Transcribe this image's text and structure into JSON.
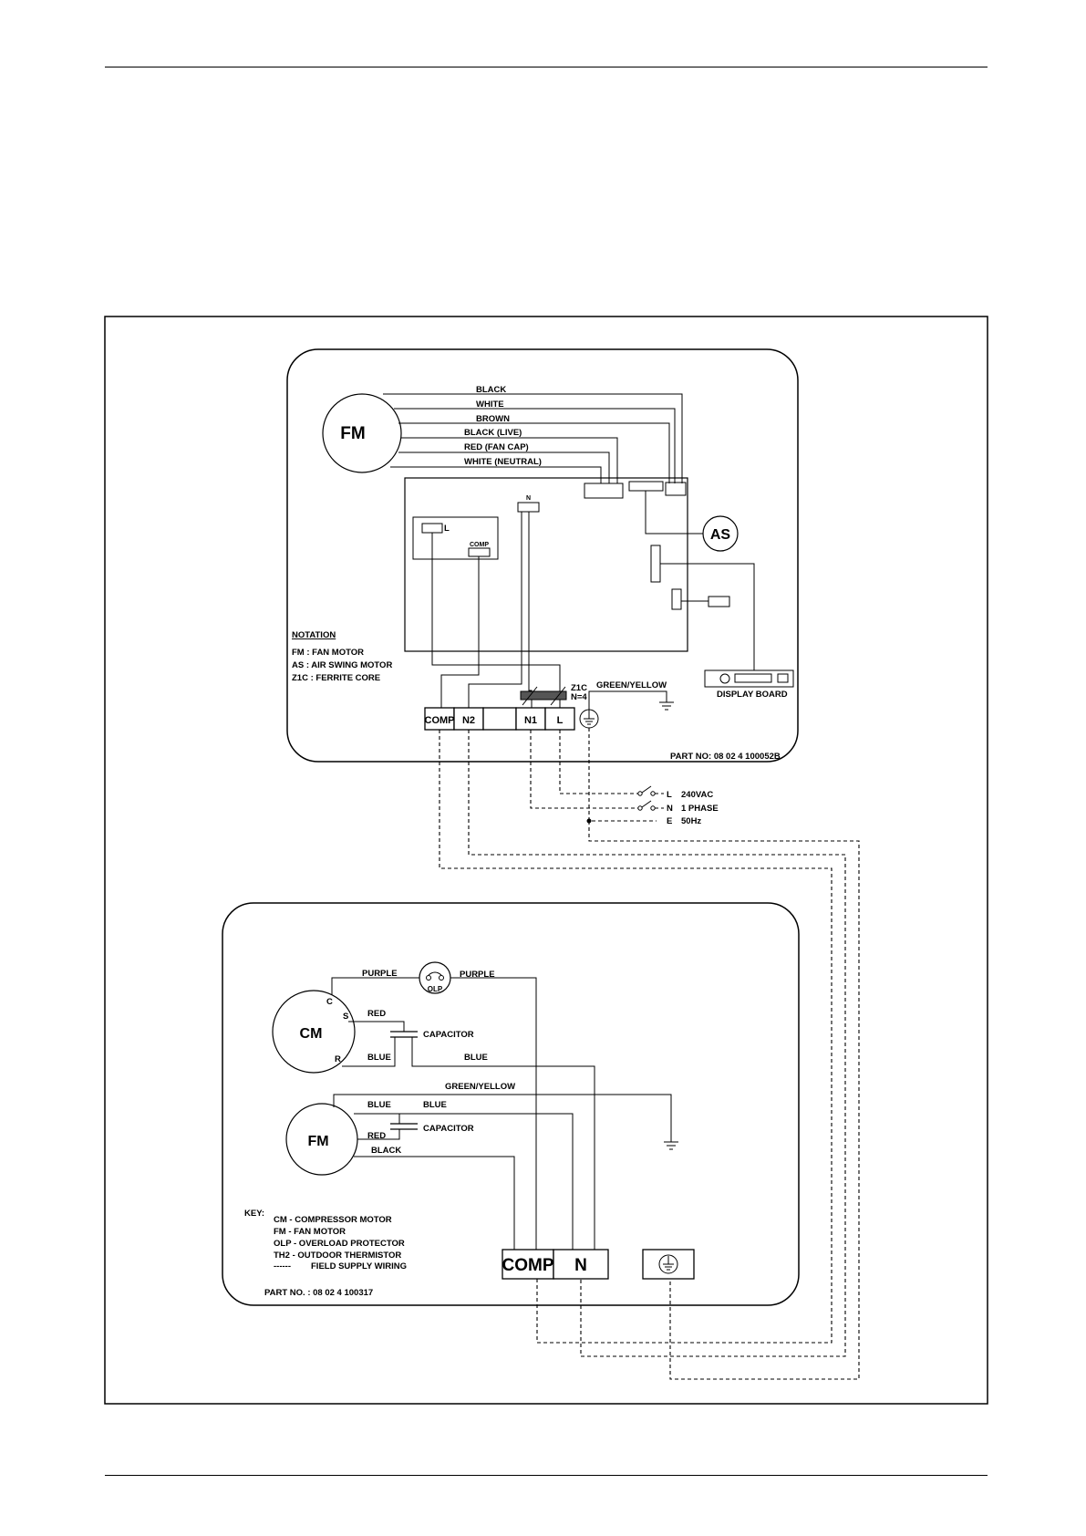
{
  "indoor": {
    "fan_motor": "FM",
    "wires": {
      "black": "BLACK",
      "white": "WHITE",
      "brown": "BROWN",
      "black_live": "BLACK (LIVE)",
      "red_fan_cap": "RED (FAN CAP)",
      "white_neutral": "WHITE (NEUTRAL)"
    },
    "swing_motor": "AS",
    "pcb_l": "L",
    "pcb_comp": "COMP",
    "pcb_n": "N",
    "notation": {
      "title": "NOTATION",
      "lines": [
        "FM : FAN MOTOR",
        "AS : AIR SWING MOTOR",
        "Z1C : FERRITE CORE"
      ]
    },
    "ferrite_label": "Z1C",
    "ferrite_turns": "N=4",
    "green_yellow": "GREEN/YELLOW",
    "display_board": "DISPLAY BOARD",
    "terminals": [
      "COMP",
      "N2",
      "",
      "N1",
      "L"
    ],
    "part_no": "PART NO: 08 02 4 100052B"
  },
  "supply": {
    "l": "L",
    "n": "N",
    "e": "E",
    "voltage": "240VAC",
    "phase": "1 PHASE",
    "frequency": "50Hz"
  },
  "outdoor": {
    "purple_left": "PURPLE",
    "purple_right": "PURPLE",
    "olp": "OLP",
    "cm": "CM",
    "c": "C",
    "s": "S",
    "r": "R",
    "red1": "RED",
    "capacitor1": "CAPACITOR",
    "blue1": "BLUE",
    "blue2": "BLUE",
    "green_yellow": "GREEN/YELLOW",
    "fm": "FM",
    "blue3": "BLUE",
    "blue4": "BLUE",
    "red2": "RED",
    "capacitor2": "CAPACITOR",
    "black": "BLACK",
    "key": {
      "title": "KEY:",
      "lines": [
        "CM - COMPRESSOR MOTOR",
        "FM - FAN MOTOR",
        "OLP - OVERLOAD PROTECTOR",
        "TH2 - OUTDOOR THERMISTOR"
      ],
      "dash_sample": "------",
      "field_wiring": "FIELD SUPPLY WIRING"
    },
    "terminal_comp": "COMP",
    "terminal_n": "N",
    "part_no": "PART NO. : 08 02 4 100317"
  },
  "icons": [
    "earth-ground-icon",
    "switch-icon"
  ]
}
